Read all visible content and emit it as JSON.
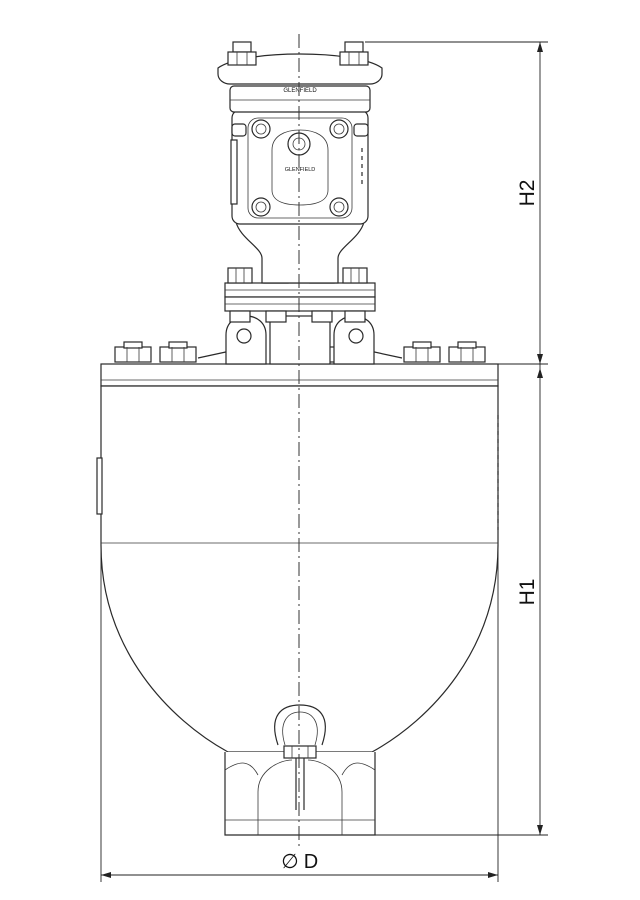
{
  "dimensions": {
    "h1_label": "H1",
    "h2_label": "H2",
    "diameter_symbol": "∅",
    "diameter_label": "D"
  },
  "brand_marks": {
    "top_cap": "GLENFIELD",
    "valve_body": "GLENFIELD"
  }
}
